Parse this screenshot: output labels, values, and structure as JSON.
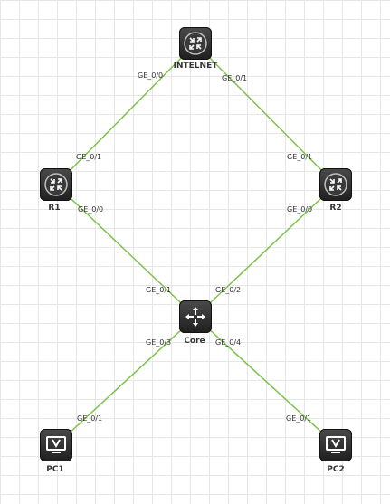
{
  "nodes": {
    "intelnet": {
      "label": "INTELNET",
      "icon": "router-icon"
    },
    "r1": {
      "label": "R1",
      "icon": "router-icon"
    },
    "r2": {
      "label": "R2",
      "icon": "router-icon"
    },
    "core": {
      "label": "Core",
      "icon": "switch-icon"
    },
    "pc1": {
      "label": "PC1",
      "icon": "pc-icon"
    },
    "pc2": {
      "label": "PC2",
      "icon": "pc-icon"
    }
  },
  "ports": {
    "intelnet_ge00": "GE_0/0",
    "intelnet_ge01": "GE_0/1",
    "r1_ge01": "GE_0/1",
    "r1_ge00": "GE_0/0",
    "r2_ge01": "GE_0/1",
    "r2_ge00": "GE_0/0",
    "core_ge01": "GE_0/1",
    "core_ge02": "GE_0/2",
    "core_ge03": "GE_0/3",
    "core_ge04": "GE_0/4",
    "pc1_ge01": "GE_0/1",
    "pc2_ge01": "GE_0/1"
  },
  "colors": {
    "link": "#7cc24a",
    "device": "#2b2b2b",
    "grid": "#e6e6e6"
  }
}
